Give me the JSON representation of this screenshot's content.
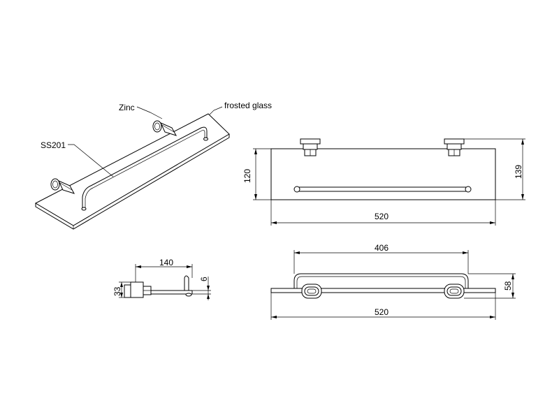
{
  "labels": {
    "zinc": "Zinc",
    "frosted_glass": "frosted glass",
    "ss201": "SS201"
  },
  "dimensions": {
    "top_width": "520",
    "top_depth": "120",
    "top_depth_total": "139",
    "side_depth": "140",
    "side_height": "33",
    "glass_thickness": "6",
    "front_rail": "406",
    "front_width": "520",
    "front_height": "58"
  }
}
